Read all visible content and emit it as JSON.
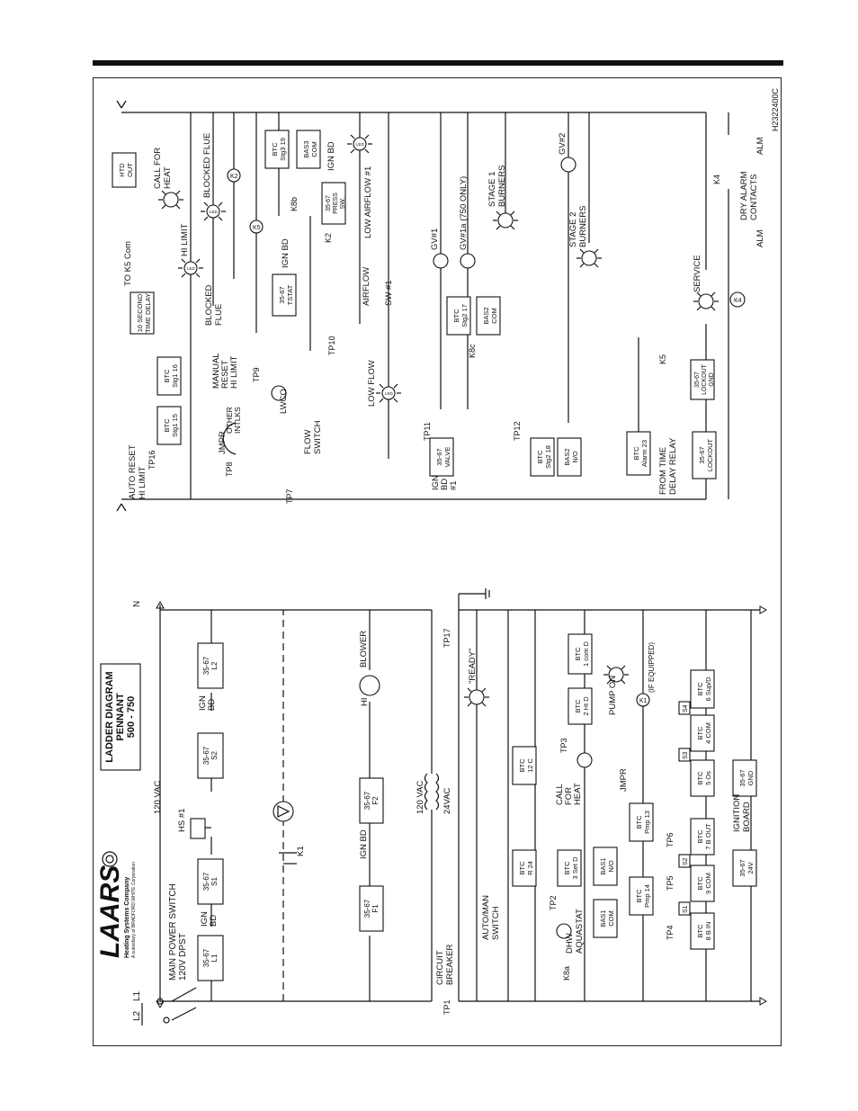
{
  "doc_code": "H2322400C",
  "brand": {
    "logo": "LAARS",
    "line1": "Heating Systems Company",
    "line2": "A subsidiary of BRADFORD WHITE Corporation"
  },
  "title": {
    "line1": "LADDER DIAGRAM",
    "line2": "PENNANT",
    "line3": "500 - 750"
  },
  "lower": {
    "lines": [
      "L1",
      "L2",
      "N"
    ],
    "main_switch": [
      "MAIN POWER SWITCH",
      "120V DPST"
    ],
    "v120": "120 VAC",
    "v120b": "120 VAC",
    "v24": "24VAC",
    "hs1": "HS #1",
    "k1": "K1",
    "blower": "BLOWER",
    "hi": "HI",
    "ign_bd": [
      "IGN",
      "BD"
    ],
    "ign_bd2": [
      "IGN",
      "BD"
    ],
    "ign_bd3": "IGN BD",
    "boxes": {
      "l1": [
        "35-67",
        "L1"
      ],
      "s1": [
        "35-67",
        "S1"
      ],
      "s2": [
        "35-67",
        "S2"
      ],
      "l2": [
        "35-67",
        "L2"
      ],
      "f1": [
        "35-67",
        "F1"
      ],
      "f2": [
        "35-67",
        "F2"
      ],
      "bas1com": [
        "BAS1",
        "COM"
      ],
      "bas1no": [
        "BAS1",
        "N/O"
      ],
      "btc3": [
        "BTC",
        "3 Set D"
      ],
      "btcr24": [
        "BTC",
        "R 24"
      ],
      "btc12c": [
        "BTC",
        "12 C"
      ],
      "btc2ht": [
        "BTC",
        "2 Ht D"
      ],
      "btc1com": [
        "BTC",
        "1 com D"
      ],
      "pmp14": [
        "BTC",
        "Pmp 14"
      ],
      "pmp13": [
        "BTC",
        "Pmp 13"
      ],
      "btc8": [
        "BTC",
        "8 B IN"
      ],
      "btc9": [
        "BTC",
        "9 COM"
      ],
      "btc7": [
        "BTC",
        "7 B OUT"
      ],
      "btc5": [
        "BTC",
        "5 Os"
      ],
      "btc4": [
        "BTC",
        "4 COM"
      ],
      "btc6": [
        "BTC",
        "6 Sup/D"
      ],
      "v24box": [
        "35-67",
        "24V"
      ],
      "gnd": [
        "35-67",
        "GND"
      ]
    },
    "tp1": "TP1",
    "tp2": "TP2",
    "tp3": "TP3",
    "tp4": "TP4",
    "tp5": "TP5",
    "tp6": "TP6",
    "tp17": "TP17",
    "circuit_breaker": [
      "CIRCUIT",
      "BREAKER"
    ],
    "automan": [
      "AUTO/MAN",
      "SWITCH"
    ],
    "k8a": "K8a",
    "dhw": [
      "DHW",
      "AQUASTAT"
    ],
    "call_heat": [
      "CALL",
      "FOR",
      "HEAT"
    ],
    "jmpr": "JMPR",
    "ready": "\"READY\"",
    "pump_on": "PUMP ON",
    "if_equipped": "(IF EQUIPPED)",
    "k1b": "K1",
    "s1": "S1",
    "s2": "S2",
    "s3": "S3",
    "s4": "S4",
    "ignition_board": [
      "IGNITION",
      "BOARD"
    ]
  },
  "upper": {
    "auto_reset": [
      "AUTO RESET",
      "HI LIMIT"
    ],
    "tp16": "TP16",
    "btc15": [
      "BTC",
      "Stg1 15"
    ],
    "btc16": [
      "BTC",
      "Stg1 16"
    ],
    "delay": [
      "10 SECOND",
      "TIME DELAY"
    ],
    "to_k5": "TO K5 Com",
    "htd_out": [
      "HTD",
      "OUT"
    ],
    "call_heat": [
      "CALL FOR",
      "HEAT"
    ],
    "hi_limit": "HI LIMIT",
    "jmpr": "JMPR",
    "other_intlks": [
      "OTHER",
      "INTLKS"
    ],
    "tp8": "TP8",
    "manual_reset": [
      "MANUAL",
      "RESET",
      "HI LIMIT"
    ],
    "tp9": "TP9",
    "blocked_flue_sw": [
      "BLOCKED",
      "FLUE"
    ],
    "blocked_flue": "BLOCKED FLUE",
    "k2": "K2",
    "k5": "K5",
    "tstat": [
      "35-67",
      "TSTAT"
    ],
    "ign_bd": "IGN BD",
    "btc319": [
      "BTC",
      "Stg3 19"
    ],
    "bas3": [
      "BAS3",
      "COM"
    ],
    "ign_bd2": "IGN BD",
    "k8b": "K8b",
    "press": [
      "35-67",
      "PRESS",
      "SW."
    ],
    "k2b": "K2",
    "flow_switch": [
      "FLOW",
      "SWITCH"
    ],
    "tp7": "TP7",
    "lwco": "LWCO",
    "tp10": "TP10",
    "airflow": [
      "AIRFLOW",
      "SW #1"
    ],
    "low_flow": "LOW FLOW",
    "low_airflow": "LOW AIRFLOW #1",
    "ign_bd_1": [
      "IGN",
      "BD",
      "#1"
    ],
    "valve": [
      "35-67",
      "VALVE"
    ],
    "tp11": "TP11",
    "k8c": "K8c",
    "btc217": [
      "BTC",
      "Stg2 17"
    ],
    "bas2com": [
      "BAS2",
      "COM"
    ],
    "gv1": "GV#1",
    "gv1a": "GV#1a (750 ONLY)",
    "stage1": [
      "STAGE 1",
      "BURNERS"
    ],
    "tp12": "TP12",
    "btc218": [
      "BTC",
      "Stg2 18"
    ],
    "bas2no": [
      "BAS2",
      "N/O"
    ],
    "stage2": [
      "STAGE 2",
      "BURNERS"
    ],
    "gv2": "GV#2",
    "alarm23": [
      "BTC",
      "Alarm 23"
    ],
    "from_delay": [
      "FROM TIME",
      "DELAY RELAY"
    ],
    "k5b": "K5",
    "lockout_gnd": [
      "35-67",
      "LOCKOUT",
      "GND"
    ],
    "service": "SERVICE",
    "k4": "K4",
    "lockout": [
      "35-67",
      "LOCKOUT"
    ],
    "k4b": "K4",
    "dry_alarm": [
      "DRY ALARM",
      "CONTACTS"
    ],
    "alm1": "ALM",
    "alm2": "ALM"
  },
  "leds": {
    "led": "LED"
  }
}
